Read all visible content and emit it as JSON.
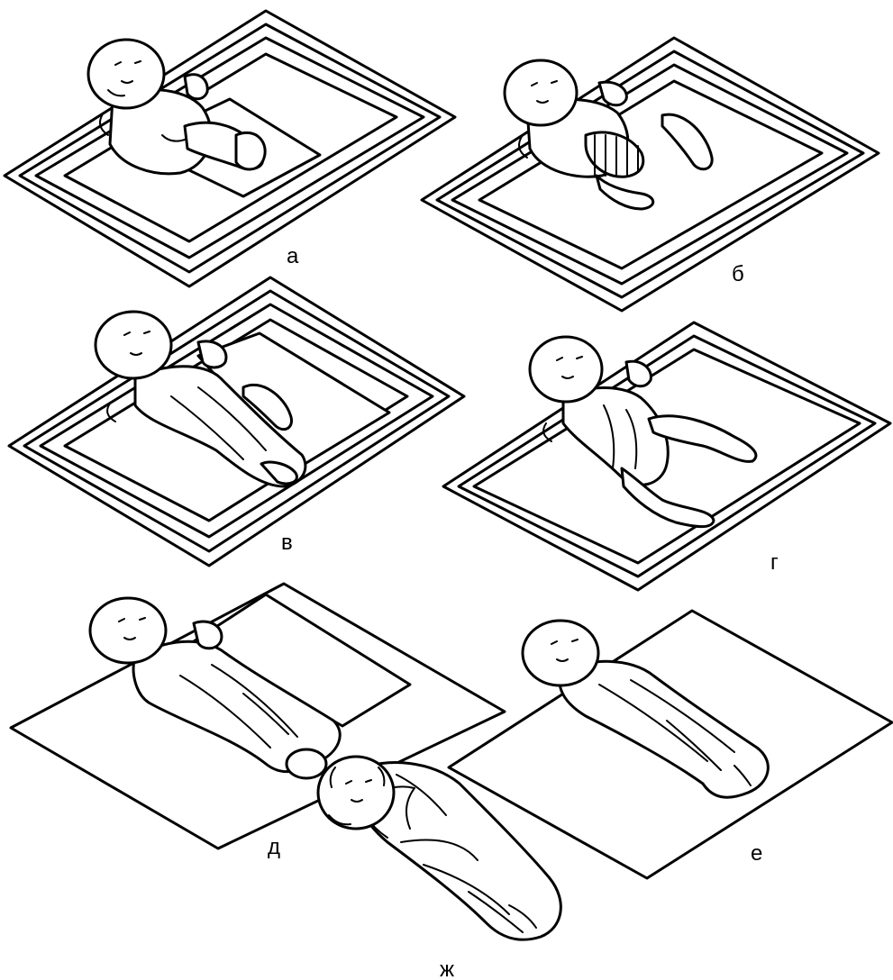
{
  "labels": {
    "a": "а",
    "b": "б",
    "v": "в",
    "g": "г",
    "d": "д",
    "e": "е",
    "zh": "ж"
  },
  "colors": {
    "ink": "#000000",
    "background": "#ffffff"
  }
}
